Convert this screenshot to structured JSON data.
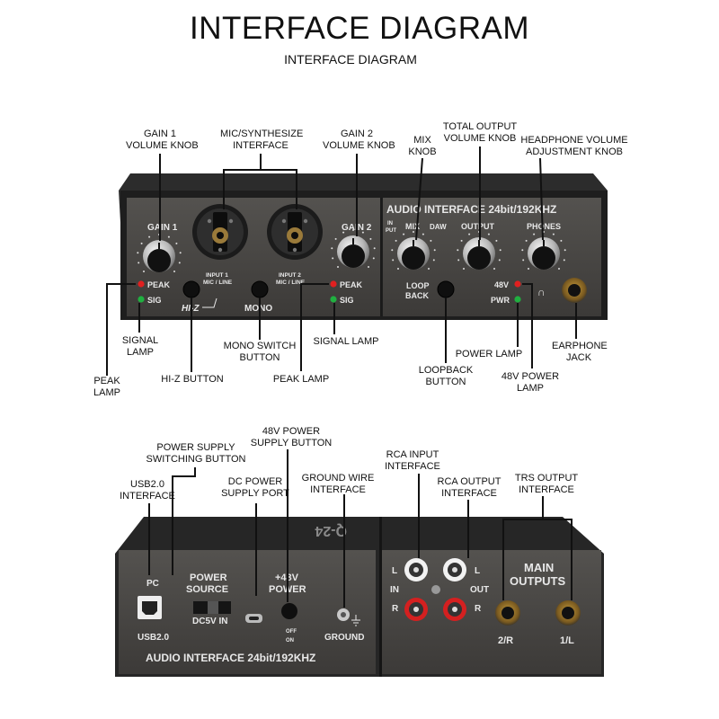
{
  "title": "INTERFACE DIAGRAM",
  "subtitle": "INTERFACE DIAGRAM",
  "front_panel": {
    "gain1": "GAIN 1",
    "gain2": "GAIN 2",
    "peak": "PEAK",
    "sig": "SIG",
    "input1": [
      "INPUT 1",
      "MIC / LINE"
    ],
    "input2": [
      "INPUT 2",
      "MIC / LINE"
    ],
    "hiz": "HI-Z",
    "mono": "MONO",
    "header": "AUDIO INTERFACE  24bit/192KHZ",
    "in_put": [
      "IN",
      "PUT"
    ],
    "mix": "MIX",
    "daw": "DAW",
    "output": "OUTPUT",
    "phones": "PHONES",
    "loop_back": [
      "LOOP",
      "BACK"
    ],
    "v48": "48V",
    "pwr": "PWR"
  },
  "front_callouts": {
    "gain1": [
      "GAIN 1",
      "VOLUME KNOB"
    ],
    "mic": [
      "MIC/SYNTHESIZE",
      "INTERFACE"
    ],
    "gain2": [
      "GAIN 2",
      "VOLUME KNOB"
    ],
    "mix": [
      "MIX",
      "KNOB"
    ],
    "total": [
      "TOTAL OUTPUT",
      "VOLUME KNOB"
    ],
    "headphone": [
      "HEADPHONE VOLUME",
      "ADJUSTMENT KNOB"
    ],
    "signal1": [
      "SIGNAL",
      "LAMP"
    ],
    "peak1": [
      "PEAK",
      "LAMP"
    ],
    "hiz": [
      "HI-Z BUTTON"
    ],
    "mono": [
      "MONO SWITCH",
      "BUTTON"
    ],
    "peak2": [
      "PEAK LAMP"
    ],
    "signal2": [
      "SIGNAL LAMP"
    ],
    "loopback": [
      "LOOPBACK",
      "BUTTON"
    ],
    "power": [
      "POWER LAMP"
    ],
    "v48": [
      "48V POWER",
      "LAMP"
    ],
    "earphone": [
      "EARPHONE",
      "JACK"
    ]
  },
  "back_panel": {
    "pc": "PC",
    "usb": "USB2.0",
    "power_source": [
      "POWER",
      "SOURCE"
    ],
    "dc5v": "DC5V IN",
    "plus48": [
      "+48V",
      "POWER"
    ],
    "off": "OFF",
    "on": "ON",
    "ground": "GROUND",
    "l": "L",
    "in": "IN",
    "out": "OUT",
    "r": "R",
    "main_outputs": [
      "MAIN",
      "OUTPUTS"
    ],
    "r2": "2/R",
    "l1": "1/L",
    "header": "AUDIO INTERFACE  24bit/192KHZ",
    "model": "Q-24"
  },
  "back_callouts": {
    "usb": [
      "USB2.0",
      "INTERFACE"
    ],
    "psw": [
      "POWER SUPPLY",
      "SWITCHING BUTTON"
    ],
    "dc": [
      "DC POWER",
      "SUPPLY PORT"
    ],
    "p48": [
      "48V POWER",
      "SUPPLY BUTTON"
    ],
    "ground": [
      "GROUND WIRE",
      "INTERFACE"
    ],
    "rca_in": [
      "RCA INPUT",
      "INTERFACE"
    ],
    "rca_out": [
      "RCA OUTPUT",
      "INTERFACE"
    ],
    "trs": [
      "TRS OUTPUT",
      "INTERFACE"
    ]
  },
  "colors": {
    "panel": "#4a4846",
    "case": "#2a2a2a",
    "peak_led": "#e02020",
    "sig_led": "#20b040",
    "rca_red": "#d42020"
  }
}
